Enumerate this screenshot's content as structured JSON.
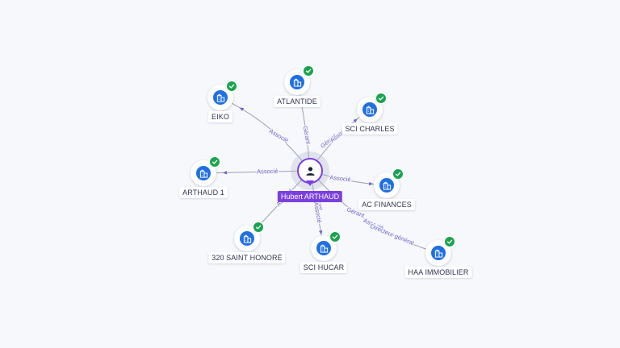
{
  "center": {
    "name": "Hubert ARTHAUD",
    "icon": "person-icon",
    "color": "#7b3fe0"
  },
  "company_icon": "building-icon",
  "verified_icon": "check-icon",
  "colors": {
    "company": "#1f6fe5",
    "verified": "#1ba34f",
    "edge": "#9aa0b4",
    "edge_label": "#6b63c9"
  },
  "companies": [
    {
      "id": "eiko",
      "name": "EIKO",
      "relations": [
        "Associé"
      ]
    },
    {
      "id": "atlantide",
      "name": "ATLANTIDE",
      "relations": [
        "Gérant"
      ]
    },
    {
      "id": "sci-charles",
      "name": "SCI CHARLES",
      "relations": [
        "Gérant",
        "Associé"
      ]
    },
    {
      "id": "arthaud-1",
      "name": "ARTHAUD 1",
      "relations": [
        "Associé"
      ]
    },
    {
      "id": "ac-finances",
      "name": "AC FINANCES",
      "relations": [
        "Associé"
      ]
    },
    {
      "id": "320-saint-honore",
      "name": "320 SAINT HONORÉ",
      "relations": [
        "Associé"
      ]
    },
    {
      "id": "sci-hucar",
      "name": "SCI HUCAR",
      "relations": [
        "Gérant",
        "Associé"
      ]
    },
    {
      "id": "haa-immobilier",
      "name": "HAA IMMOBILIER",
      "relations": [
        "Gérant",
        "Associé",
        "Directeur général"
      ]
    }
  ]
}
